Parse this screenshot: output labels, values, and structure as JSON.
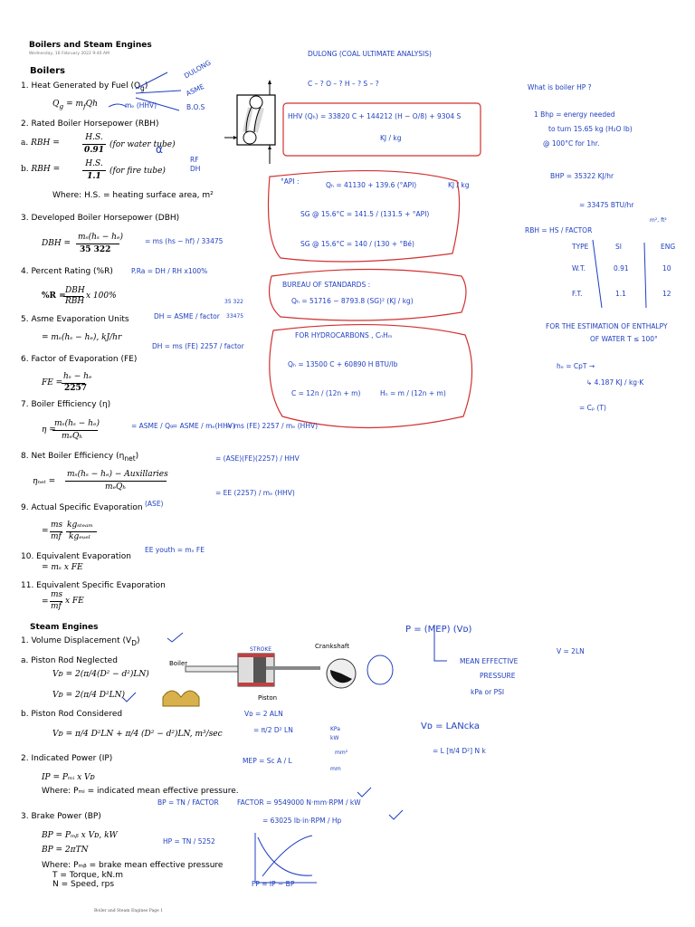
{
  "page": {
    "title": "Boilers and Steam Engines",
    "timestamp": "Wednesday, 16 February 2022   9:40 AM",
    "footer": "Boiler and Steam Engines Page 1"
  },
  "boilers": {
    "heading": "Boilers",
    "items": [
      {
        "label": "1. Heat Generated by Fuel (Q",
        "sub": "g",
        "end": ")",
        "eq": "Q₉ = mₑQh"
      },
      {
        "label": "2. Rated Boiler Horsepower (RBH)"
      },
      {
        "eq_a": "a. RBH = H.S. / 0.91 (for water tube)"
      },
      {
        "eq_b": "b. RBH = H.S. / 1.1 (for fire tube)"
      },
      {
        "where": "Where: H.S. = heating surface area, m²"
      },
      {
        "label": "3. Developed Boiler Horsepower (DBH)"
      },
      {
        "label": "4. Percent Rating (%R)"
      },
      {
        "label": "5. Asme Evaporation Units"
      },
      {
        "label": "6. Factor of Evaporation (FE)"
      },
      {
        "label": "7. Boiler Efficiency (η)"
      },
      {
        "label": "8. Net Boiler Efficiency (ηnet)"
      },
      {
        "label": "9. Actual Specific Evaporation"
      },
      {
        "label": "10. Equivalent Evaporation"
      },
      {
        "label": "11. Equivalent Specific Evaporation"
      }
    ],
    "labels": {
      "i1": "1. Heat Generated by Fuel (Q",
      "i1sub": "g",
      "i2": "2. Rated Boiler Horsepower (RBH)",
      "i3": "3. Developed Boiler Horsepower (DBH)",
      "i4": "4. Percent Rating (%R)",
      "i5": "5. Asme Evaporation Units",
      "i6": "6. Factor of Evaporation (FE)",
      "i7": "7. Boiler Efficiency (η)",
      "i8": "8. Net Boiler Efficiency (η",
      "i8sub": "net",
      "i9": "9. Actual Specific Evaporation",
      "i10": "10. Equivalent Evaporation",
      "i11": "11. Equivalent Specific Evaporation"
    },
    "equations": {
      "qg": "Q",
      "qg_sub": "g",
      "qg_rhs": "= m",
      "qg_rhs_sub": "f",
      "qg_rhs2": "Qh",
      "rbh_a_prefix": "a.",
      "rbh": "RBH =",
      "rbh_a_num": "H.S.",
      "rbh_a_den": "0.91",
      "rbh_a_note": "(for water tube)",
      "rbh_b_prefix": "b.",
      "rbh_b_num": "H.S.",
      "rbh_b_den": "1.1",
      "rbh_b_note": "(for fire tube)",
      "where_hs": "Where: H.S. = heating surface area, m²",
      "dbh_lhs": "DBH =",
      "dbh_num": "mₛ(hₛ − hₑ)",
      "dbh_den": "35 322",
      "pr_lhs": "%R =",
      "pr_num": "DBH",
      "pr_den": "RBH",
      "pr_tail": "x 100%",
      "asme_eq": "= mₛ(hₛ − hₑ), kJ/hr",
      "fe_lhs": "FE =",
      "fe_num": "hₛ − hₑ",
      "fe_den": "2257",
      "eta_lhs": "η =",
      "eta_num": "mₛ(hₛ − hₑ)",
      "eta_den": "mₑQₕ",
      "etanet_lhs": "ηₙₑₜ =",
      "etanet_num": "mₛ(hₛ − hₑ) − Auxillaries",
      "etanet_den": "mₑQₕ",
      "ase_lhs": "=",
      "ase_num": "ms",
      "ase_den": "mf",
      "ase_num2": "kgₛₜₑₐₘ",
      "ase_den2": "kgₑᵤₑₗ",
      "ee_eq": "= mₛ x FE",
      "ese_lhs": "=",
      "ese_num": "ms",
      "ese_den": "mf",
      "ese_tail": "x FE"
    }
  },
  "steam_engines": {
    "heading": "Steam Engines",
    "i1": "1. Volume Displacement (V",
    "i1sub": "D",
    "i1a": "a. Piston Rod Neglected",
    "vd1": "Vᴅ = 2(π/4(D² − d²)LN)",
    "vd2": "Vᴅ = 2(π/4 D²LN)",
    "i1b": "b. Piston Rod Considered",
    "vd3": "Vᴅ = π/4 D²LN + π/4 (D² − d²)LN, m³/sec",
    "i2": "2. Indicated Power (IP)",
    "ip_eq": "IP = Pₘᵢ x Vᴅ",
    "ip_where": "Where: Pₘᵢ = indicated mean effective pressure.",
    "i3": "3. Brake Power (BP)",
    "bp_eq1": "BP = Pₘᵦ x Vᴅ, kW",
    "bp_eq2": "BP = 2πTN",
    "bp_where": "Where: Pₘᵦ = brake mean effective pressure",
    "bp_t": "T = Torque, kN.m",
    "bp_n": "N = Speed, rps",
    "diagram": {
      "boiler": "Boiler",
      "crankshaft": "Crankshaft",
      "piston": "Piston",
      "stroke": "STROKE"
    }
  },
  "handwritten": {
    "dulong_arrow1": "DULONG",
    "dulong_arrow2": "ASME",
    "dulong_arrow3": "B.O.S",
    "mf_hhv": "mₑ (HHV)",
    "dulong_title": "DULONG (COAL ULTIMATE ANALYSIS)",
    "c_o_h_s": "C – ?   O – ?   H – ?  S – ?",
    "hhv_dulong": "HHV (Qₕ) = 33820 C + 144212 (H − O/8) + 9304 S",
    "kj_kg": "KJ / kg",
    "api_label": "°API :",
    "qh_api": "Qₕ = 41130 + 139.6 (°API)",
    "kj_kg2": "KJ / kg",
    "sg_api": "SG @ 15.6°C = 141.5 / (131.5 + °API)",
    "sg_be": "SG @ 15.6°C = 140 / (130 + °Bé)",
    "bos_title": "BUREAU OF STANDARDS :",
    "qh_bos": "Qₕ = 51716 − 8793.8 (SG)²  (KJ / kg)",
    "hc_title": "FOR HYDROCARBONS , CₙHₘ",
    "qh_hc": "Qₕ = 13500 C + 60890 H  BTU/lb",
    "c_frac": "C = 12n / (12n + m)",
    "h_frac": "Hₙ = m / (12n + m)",
    "what_bhp": "What is boiler HP ?",
    "bhp_def1": "1 Bhp = energy needed",
    "bhp_def2": "to turn 15.65 kg (H₂O lb)",
    "bhp_def3": "@ 100°C for 1hr.",
    "bhp_val": "BHP = 35322  KJ/hr",
    "bhp_val2": "= 33475  BTU/hr",
    "rbh_hs": "RBH = HS / FACTOR",
    "rbh_units": "m², ft²",
    "tbl_type": "TYPE",
    "tbl_si": "SI",
    "tbl_eng": "ENG",
    "tbl_wt": "W.T.",
    "tbl_wt_si": "0.91",
    "tbl_wt_eng": "10",
    "tbl_ft": "F.T.",
    "tbl_ft_si": "1.1",
    "tbl_ft_eng": "12",
    "enthalpy1": "FOR THE ESTIMATION OF ENTHALPY",
    "enthalpy2": "OF WATER    T ≤ 100°",
    "hf_cpt": "hₑ = CpT →",
    "cp_val": "↳ 4.187 KJ / kg·K",
    "cp_t": "= Cₚ (T)",
    "rf_dh": "RF",
    "rf_dh2": "DH",
    "pr_dh": "P.Ra = DH / RH x100%",
    "dh_asme": "DH = ASME / factor",
    "n35322": "35 322",
    "n33475": "33475",
    "dh_ms": "DH = ms (FE) 2257 / factor",
    "dbh_rhs": "= ms (hs − hf) / 33475",
    "eta_asme": "= ASME / Q₉",
    "eta_asme2": "= ASME / mₑ(HHV)",
    "eta_ms": "= ms (FE) 2257 / mₑ (HHV)",
    "eta_net1": "= (ASE)(FE)(2257) / HHV",
    "eta_net2": "= EE (2257) / mₑ (HHV)",
    "ase": "(ASE)",
    "ee_youth": "EE youth = mₛ FE",
    "p_mep": "P = (MEP) (Vᴅ)",
    "mep_desc1": "MEAN EFFECTIVE",
    "mep_desc2": "PRESSURE",
    "mep_units": "kPa or PSI",
    "v_2ln": "V = 2LN",
    "vd_2aln": "Vᴅ = 2 ALN",
    "vd_pi": "= π/2 D² LN",
    "vd_lanck": "Vᴅ = LANcka",
    "vd_l": "= L [π/4 D²] N k",
    "mep_sc": "MEP = Sᴄ A / L",
    "kpa": "KPa",
    "kw": "kW",
    "bp_tn": "BP = TN / FACTOR",
    "factor_val": "FACTOR = 9549000  N·mm·RPM / kW",
    "factor_val2": "= 63025  lb·in·RPM / Hp",
    "hp_tn": "HP = TN / 5252",
    "fp": "FP = IP − BP",
    "alpha": "α",
    "mm2": "mm²",
    "mm": "mm"
  }
}
